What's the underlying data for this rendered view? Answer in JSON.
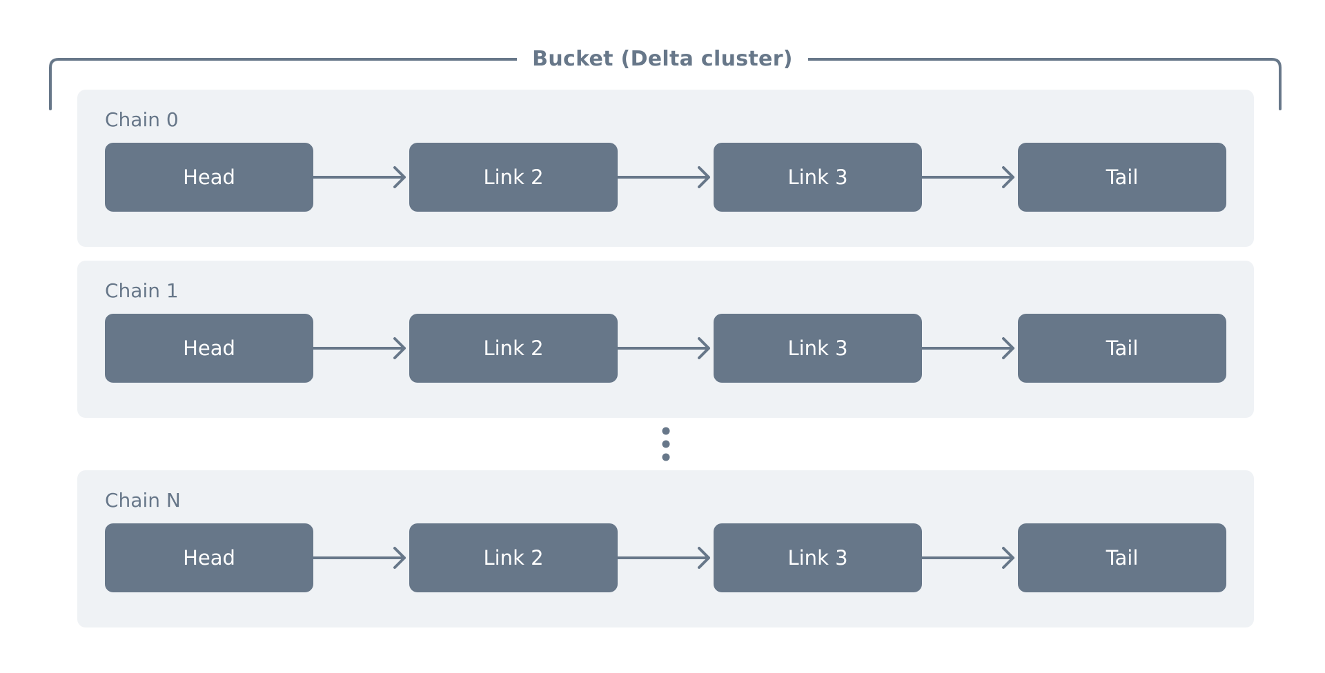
{
  "bucket": {
    "title": "Bucket (Delta cluster)"
  },
  "chains": [
    {
      "label": "Chain 0",
      "nodes": [
        "Head",
        "Link 2",
        "Link 3",
        "Tail"
      ]
    },
    {
      "label": "Chain 1",
      "nodes": [
        "Head",
        "Link 2",
        "Link 3",
        "Tail"
      ]
    },
    {
      "label": "Chain N",
      "nodes": [
        "Head",
        "Link 2",
        "Link 3",
        "Tail"
      ]
    }
  ],
  "colors": {
    "node_fill": "#677789",
    "panel_fill": "#eff2f5",
    "line": "#677789",
    "node_text": "#ffffff"
  },
  "icons": {
    "arrow": "arrow-right-icon",
    "ellipsis": "vertical-ellipsis-icon"
  }
}
